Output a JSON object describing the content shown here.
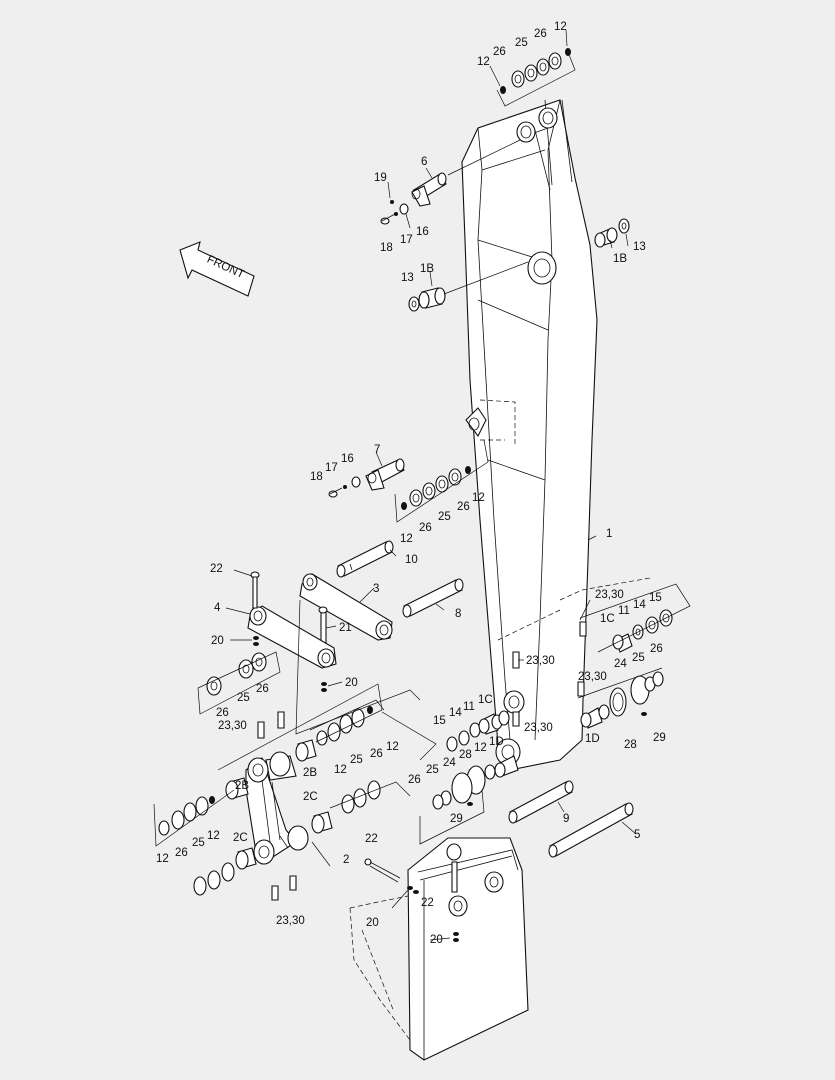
{
  "diagram": {
    "front_label": "FRONT",
    "callouts": [
      {
        "id": "c12a",
        "text": "12"
      },
      {
        "id": "c26a",
        "text": "26"
      },
      {
        "id": "c25a",
        "text": "25"
      },
      {
        "id": "c26b",
        "text": "26"
      },
      {
        "id": "c12b",
        "text": "12"
      },
      {
        "id": "c6",
        "text": "6"
      },
      {
        "id": "c19a",
        "text": "19"
      },
      {
        "id": "c18a",
        "text": "18"
      },
      {
        "id": "c17a",
        "text": "17"
      },
      {
        "id": "c16a",
        "text": "16"
      },
      {
        "id": "c13a",
        "text": "13"
      },
      {
        "id": "c1Ba",
        "text": "1B"
      },
      {
        "id": "c13b",
        "text": "13"
      },
      {
        "id": "c1Bb",
        "text": "1B"
      },
      {
        "id": "c7",
        "text": "7"
      },
      {
        "id": "c18b",
        "text": "18"
      },
      {
        "id": "c17b",
        "text": "17"
      },
      {
        "id": "c16b",
        "text": "16"
      },
      {
        "id": "c12c",
        "text": "12"
      },
      {
        "id": "c26c",
        "text": "26"
      },
      {
        "id": "c25c",
        "text": "25"
      },
      {
        "id": "c26d",
        "text": "26"
      },
      {
        "id": "c12d",
        "text": "12"
      },
      {
        "id": "c1",
        "text": "1"
      },
      {
        "id": "c10",
        "text": "10"
      },
      {
        "id": "c22a",
        "text": "22"
      },
      {
        "id": "c3",
        "text": "3"
      },
      {
        "id": "c8",
        "text": "8"
      },
      {
        "id": "c4",
        "text": "4"
      },
      {
        "id": "c21",
        "text": "21"
      },
      {
        "id": "c20a",
        "text": "20"
      },
      {
        "id": "c20b",
        "text": "20"
      },
      {
        "id": "c2330a",
        "text": "23,30"
      },
      {
        "id": "c1Ca",
        "text": "1C"
      },
      {
        "id": "c11a",
        "text": "11"
      },
      {
        "id": "c14a",
        "text": "14"
      },
      {
        "id": "c15a",
        "text": "15"
      },
      {
        "id": "c26e",
        "text": "26"
      },
      {
        "id": "c25e",
        "text": "25"
      },
      {
        "id": "c26f",
        "text": "26"
      },
      {
        "id": "c2330b",
        "text": "23,30"
      },
      {
        "id": "c2330c",
        "text": "23,30"
      },
      {
        "id": "c24a",
        "text": "24"
      },
      {
        "id": "c26g",
        "text": "26"
      },
      {
        "id": "c25g",
        "text": "25"
      },
      {
        "id": "c2330d",
        "text": "23,30"
      },
      {
        "id": "c1Da",
        "text": "1D"
      },
      {
        "id": "c28a",
        "text": "28"
      },
      {
        "id": "c29a",
        "text": "29"
      },
      {
        "id": "c2330e",
        "text": "23,30"
      },
      {
        "id": "c15b",
        "text": "15"
      },
      {
        "id": "c14b",
        "text": "14"
      },
      {
        "id": "c11b",
        "text": "11"
      },
      {
        "id": "c1Cb",
        "text": "1C"
      },
      {
        "id": "c28b",
        "text": "28"
      },
      {
        "id": "c12e",
        "text": "12"
      },
      {
        "id": "c1Db",
        "text": "1D"
      },
      {
        "id": "c2Ba",
        "text": "2B"
      },
      {
        "id": "c12f",
        "text": "12"
      },
      {
        "id": "c25f",
        "text": "25"
      },
      {
        "id": "c26h",
        "text": "26"
      },
      {
        "id": "c12g",
        "text": "12"
      },
      {
        "id": "c2Bb",
        "text": "2B"
      },
      {
        "id": "c2Ca",
        "text": "2C"
      },
      {
        "id": "c12h",
        "text": "12"
      },
      {
        "id": "c25h",
        "text": "25"
      },
      {
        "id": "c26i",
        "text": "26"
      },
      {
        "id": "c12i",
        "text": "12"
      },
      {
        "id": "c2Cb",
        "text": "2C"
      },
      {
        "id": "c2",
        "text": "2"
      },
      {
        "id": "c26j",
        "text": "26"
      },
      {
        "id": "c25j",
        "text": "25"
      },
      {
        "id": "c24b",
        "text": "24"
      },
      {
        "id": "c29b",
        "text": "29"
      },
      {
        "id": "c9",
        "text": "9"
      },
      {
        "id": "c5",
        "text": "5"
      },
      {
        "id": "c22b",
        "text": "22"
      },
      {
        "id": "c22c",
        "text": "22"
      },
      {
        "id": "c20c",
        "text": "20"
      },
      {
        "id": "c20d",
        "text": "20"
      },
      {
        "id": "c2330f",
        "text": "23,30"
      }
    ]
  }
}
